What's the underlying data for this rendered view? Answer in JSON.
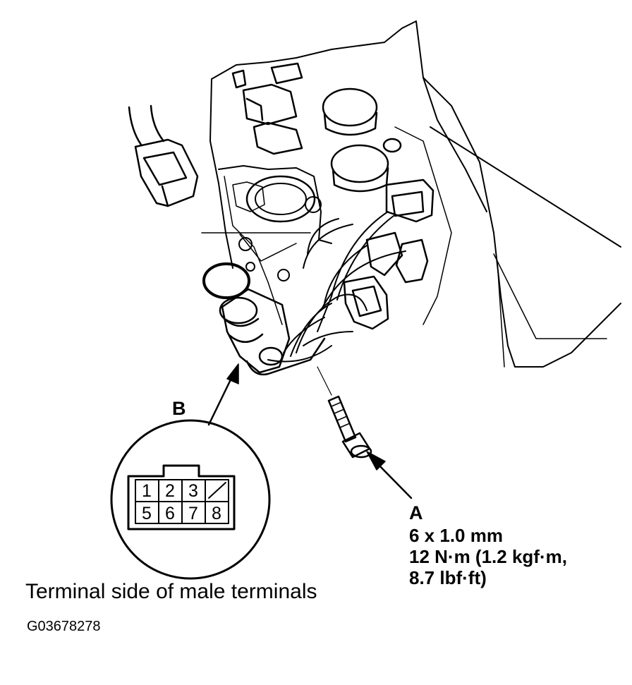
{
  "callout_a": {
    "letter": "A",
    "spec_lines": [
      "6 x 1.0 mm",
      "12 N·m (1.2 kgf·m,",
      "8.7 lbf·ft)"
    ]
  },
  "callout_b": {
    "letter": "B"
  },
  "connector": {
    "pins_top": [
      "1",
      "2",
      "3"
    ],
    "pins_bottom": [
      "5",
      "6",
      "7",
      "8"
    ]
  },
  "caption": "Terminal side of male terminals",
  "figure_id": "G03678278",
  "colors": {
    "ink": "#000000",
    "paper": "#ffffff"
  }
}
